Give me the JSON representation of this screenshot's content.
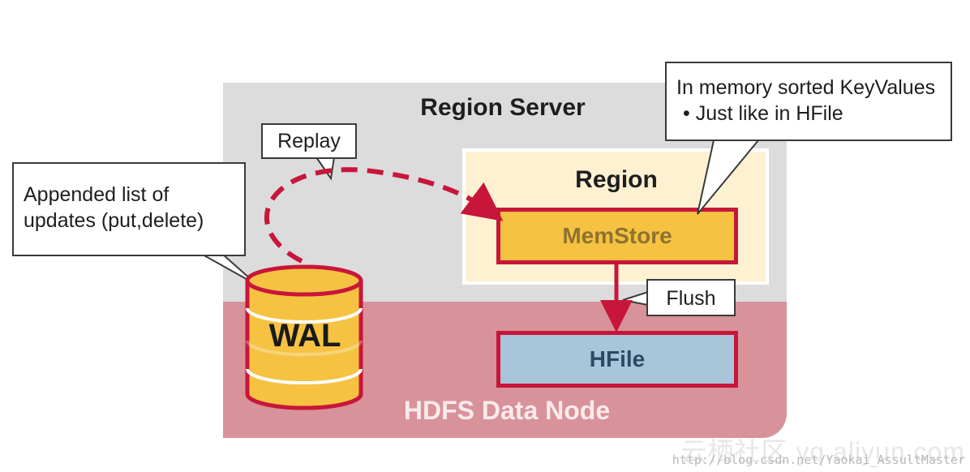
{
  "region_server": {
    "title": "Region Server"
  },
  "region": {
    "title": "Region"
  },
  "memstore": {
    "label": "MemStore"
  },
  "hfile": {
    "label": "HFile"
  },
  "hdfs": {
    "label": "HDFS Data Node"
  },
  "wal": {
    "label": "WAL"
  },
  "callouts": {
    "wal_note": {
      "lines": [
        "Appended list of",
        "updates (put,delete)"
      ]
    },
    "memstore_note": {
      "lines": [
        "In memory sorted KeyValues",
        "• Just like in HFile"
      ]
    },
    "replay": "Replay",
    "flush": "Flush"
  },
  "watermark": {
    "text": "云栖社区 yq.aliyun.com",
    "url": "http://blog.csdn.net/Yaokai_AssultMaster"
  },
  "colors": {
    "region_server_bg": "#dcdcdc",
    "hdfs_bg": "#d8929a",
    "accent_red": "#c8163a",
    "memstore_fill": "#f5c242",
    "hfile_fill": "#a8c5da",
    "wal_fill": "#f5c242"
  }
}
